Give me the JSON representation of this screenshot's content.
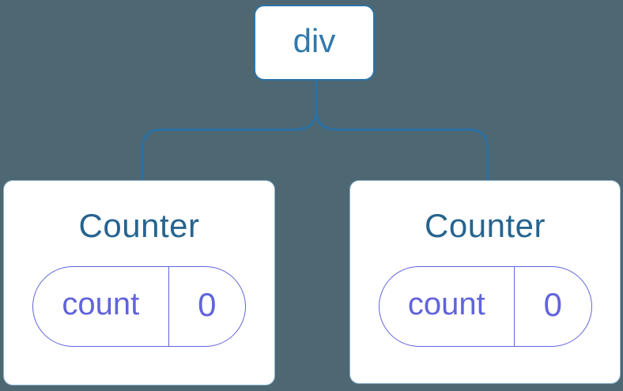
{
  "colors": {
    "bg": "#4d6773",
    "line": "#2c71a3",
    "node-border": "#2e74a6",
    "node-text": "#3179aa",
    "title-text": "#26648f",
    "purple": "#6164dc",
    "card-bg": "#ffffff"
  },
  "tree": {
    "root": {
      "label": "div"
    },
    "children": [
      {
        "title": "Counter",
        "state_key": "count",
        "state_value": "0"
      },
      {
        "title": "Counter",
        "state_key": "count",
        "state_value": "0"
      }
    ]
  }
}
